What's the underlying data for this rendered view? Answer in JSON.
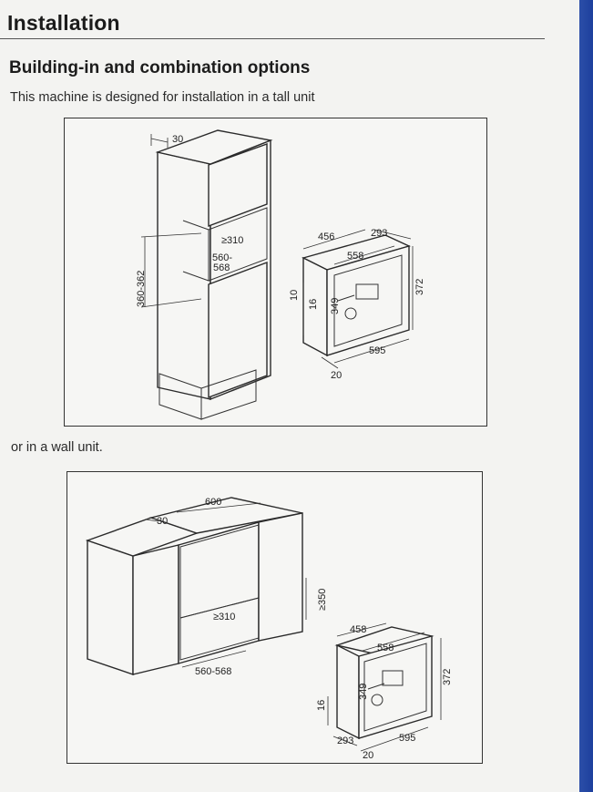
{
  "header": {
    "section_title": "Installation",
    "subtitle": "Building-in and combination options",
    "intro_text": "This machine is designed for installation in a tall unit",
    "alt_text": "or in a wall unit."
  },
  "figure_tall_unit": {
    "dims": {
      "top_depth": "30",
      "niche_depth": "≥310",
      "niche_width_a": "560-",
      "niche_width_b": "568",
      "niche_height": "360-362",
      "machine_depth": "456",
      "panel_width": "293",
      "machine_width": "558",
      "front_height": "349",
      "outer_height": "372",
      "base_gap": "16",
      "side_gap": "10",
      "front_width": "595",
      "front_depth": "20"
    }
  },
  "figure_wall_unit": {
    "dims": {
      "top_depth": "30",
      "unit_width": "600",
      "niche_height": "≥350",
      "niche_depth": "≥310",
      "niche_width": "560-568",
      "machine_depth": "458",
      "machine_width": "558",
      "front_height": "349",
      "outer_height": "372",
      "base_gap": "16",
      "panel_width": "293",
      "front_width": "595",
      "front_depth": "20"
    }
  }
}
